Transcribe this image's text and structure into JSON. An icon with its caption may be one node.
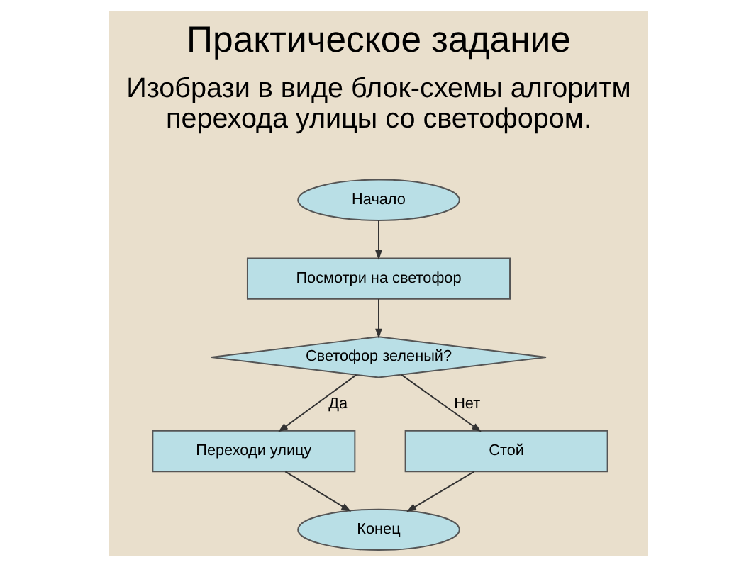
{
  "diagram": {
    "title": "Практическое задание",
    "nodes": [
      {
        "text": [
          "Начало"
        ]
      },
      {
        "text": [
          "Посмотри на светофор"
        ]
      },
      {
        "text": [
          "Светофор зеленый?"
        ]
      },
      {
        "text": [
          "Переходи улицу"
        ]
      },
      {
        "text": [
          "Стой"
        ]
      },
      {
        "text": [
          "Конец"
        ]
      }
    ],
    "edges": [
      {
        "from": 0,
        "to": 1,
        "arrow": "to"
      },
      {
        "from": 1,
        "to": 2,
        "arrow": "to"
      },
      {
        "from": 2,
        "to": 3,
        "label": "Да",
        "arrow": "to"
      },
      {
        "from": 2,
        "to": 4,
        "label": "Нет",
        "arrow": "to"
      },
      {
        "from": 3,
        "to": 5,
        "arrow": "to"
      },
      {
        "from": 4,
        "to": 5,
        "arrow": "to"
      }
    ],
    "labels": [
      "Изобрази в виде блок-схемы алгоритм перехода улицы со светофором."
    ]
  }
}
